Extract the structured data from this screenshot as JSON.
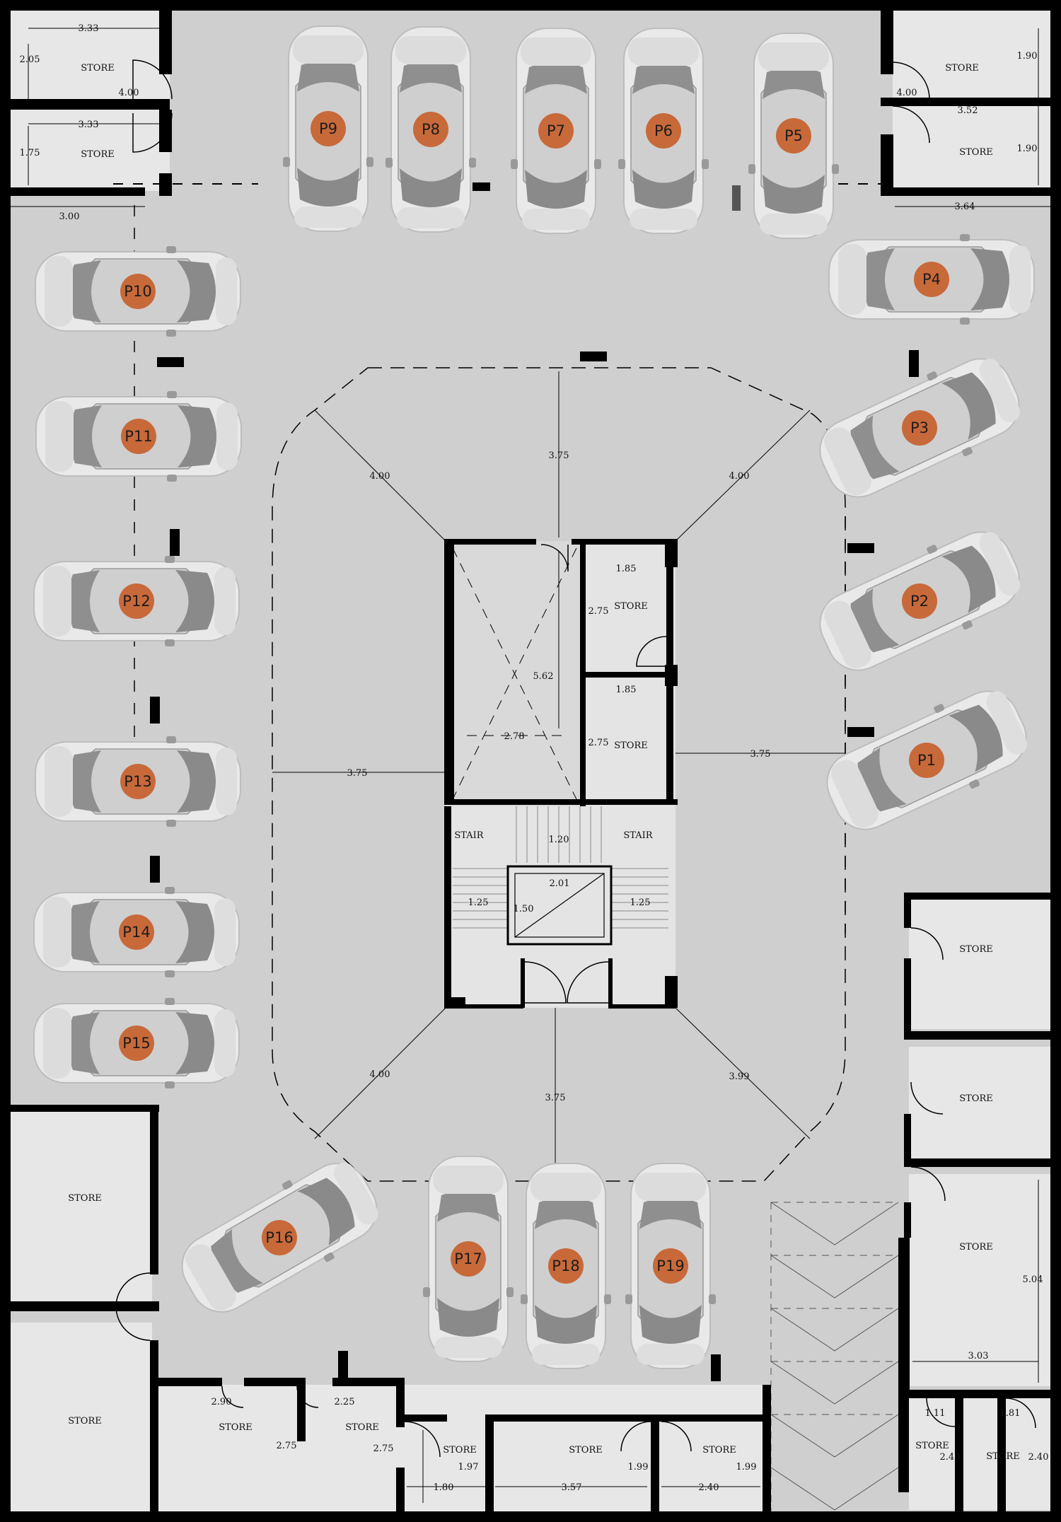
{
  "parking": [
    {
      "id": "P1",
      "label": "P1",
      "angle": -25
    },
    {
      "id": "P2",
      "label": "P2",
      "angle": -25
    },
    {
      "id": "P3",
      "label": "P3",
      "angle": -25
    },
    {
      "id": "P4",
      "label": "P4",
      "angle": 0
    },
    {
      "id": "P5",
      "label": "P5",
      "angle": 90
    },
    {
      "id": "P6",
      "label": "P6",
      "angle": 90
    },
    {
      "id": "P7",
      "label": "P7",
      "angle": 90
    },
    {
      "id": "P8",
      "label": "P8",
      "angle": 90
    },
    {
      "id": "P9",
      "label": "P9",
      "angle": 90
    },
    {
      "id": "P10",
      "label": "P10",
      "angle": 0
    },
    {
      "id": "P11",
      "label": "P11",
      "angle": 0
    },
    {
      "id": "P12",
      "label": "P12",
      "angle": 0
    },
    {
      "id": "P13",
      "label": "P13",
      "angle": 0
    },
    {
      "id": "P14",
      "label": "P14",
      "angle": 0
    },
    {
      "id": "P15",
      "label": "P15",
      "angle": 0
    },
    {
      "id": "P16",
      "label": "P16",
      "angle": -30
    },
    {
      "id": "P17",
      "label": "P17",
      "angle": 90
    },
    {
      "id": "P18",
      "label": "P18",
      "angle": 90
    },
    {
      "id": "P19",
      "label": "P19",
      "angle": 90
    }
  ],
  "rooms": {
    "store_label": "STORE",
    "stair_label": "STAIR"
  },
  "dimensions": {
    "tl_w1": "3.33",
    "tl_h1": "2.05",
    "tl_door1": "4.00",
    "tl_w2": "3.33",
    "tl_h2": "1.75",
    "tl_w3": "3.00",
    "tr_h1": "1.90",
    "tr_door1": "4.00",
    "tr_w1": "3.52",
    "tr_h2": "1.90",
    "tr_w2": "3.64",
    "oct_top": "3.75",
    "oct_tl": "4.00",
    "oct_tr": "4.00",
    "oct_left": "3.75",
    "oct_right": "3.75",
    "oct_bl": "4.00",
    "oct_br": "3.99",
    "oct_bottom": "3.75",
    "core_h": "5.62",
    "core_w": "2.78",
    "store1_w": "1.85",
    "store1_h": "2.75",
    "store2_w": "1.85",
    "store2_h": "2.75",
    "stair_mid": "1.20",
    "lift_w": "2.01",
    "lift_h": "1.50",
    "stair_l": "1.25",
    "stair_r": "1.25",
    "br_h": "5.04",
    "br_w": "3.03",
    "br_s1": "1.11",
    "br_s2": "1.81",
    "br_s3": "2.40",
    "br_s4": "2.40",
    "b_s1": "2.90",
    "b_s2": "2.25",
    "b_s3": "2.75",
    "b_s4": "2.75",
    "b_s5": "1.97",
    "b_s6": "1.80",
    "b_s7": "1.99",
    "b_s8": "3.57",
    "b_s9": "1.99",
    "b_s10": "2.40"
  }
}
